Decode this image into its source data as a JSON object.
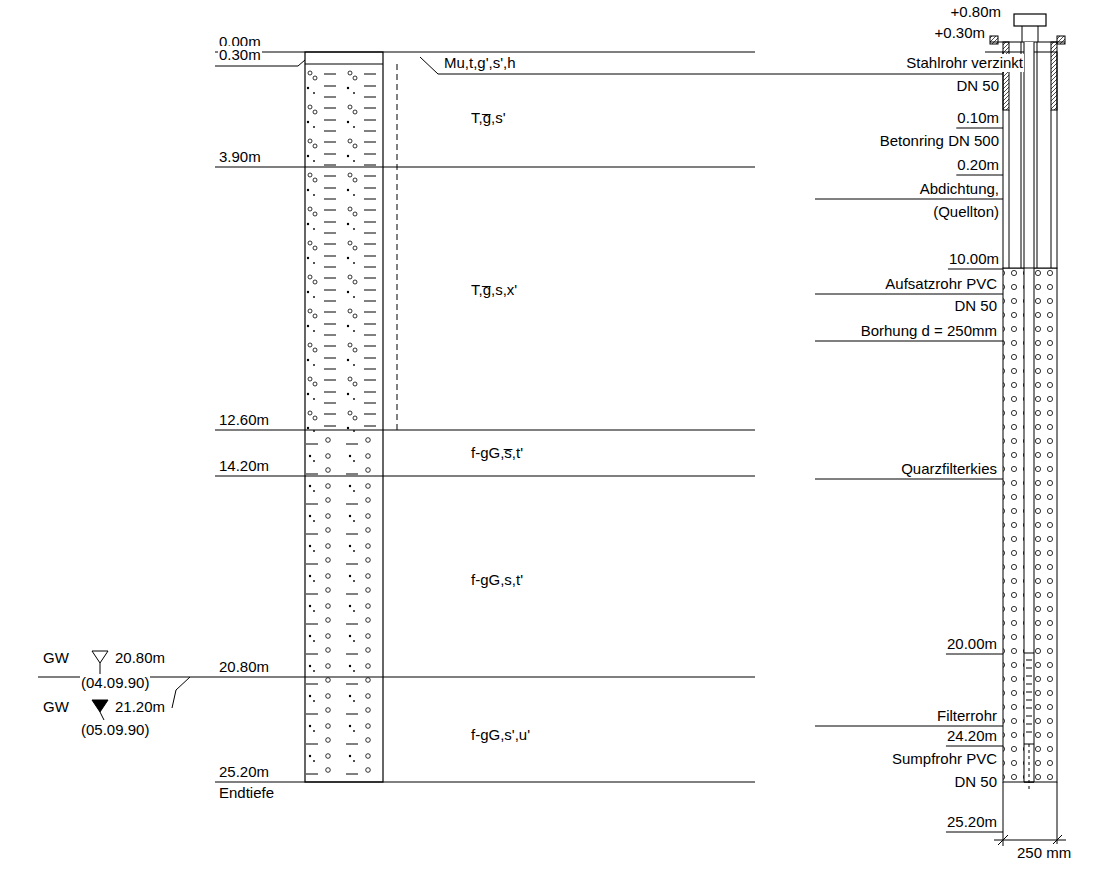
{
  "diagram": {
    "labels": [
      "0.00m",
      "0.30m",
      "Mu,t,g',s',h",
      "T,g̅,s'",
      "3.90m",
      "T,g̅,s,x'",
      "12.60m",
      "f-gG,s̅,t'",
      "14.20m",
      "f-gG,s,t'",
      "20.80m",
      "f-gG,s',u'",
      "25.20m",
      "Endtiefe",
      "GW",
      "20.80m",
      "(04.09.90)",
      "GW",
      "21.20m",
      "(05.09.90)",
      "+0.80m",
      "+0.30m",
      "Stahlrohr verzinkt",
      "DN 50",
      "0.10m",
      "Betonring DN 500",
      "0.20m",
      "Abdichtung,",
      "(Quellton)",
      "10.00m",
      "Aufsatzrohr PVC",
      "DN 50",
      "Borhung d = 250mm",
      "Quarzfilterkies",
      "20.00m",
      "Filterrohr",
      "24.20m",
      "Sumpfrohr PVC",
      "DN 50",
      "25.20m",
      "250 mm"
    ]
  }
}
